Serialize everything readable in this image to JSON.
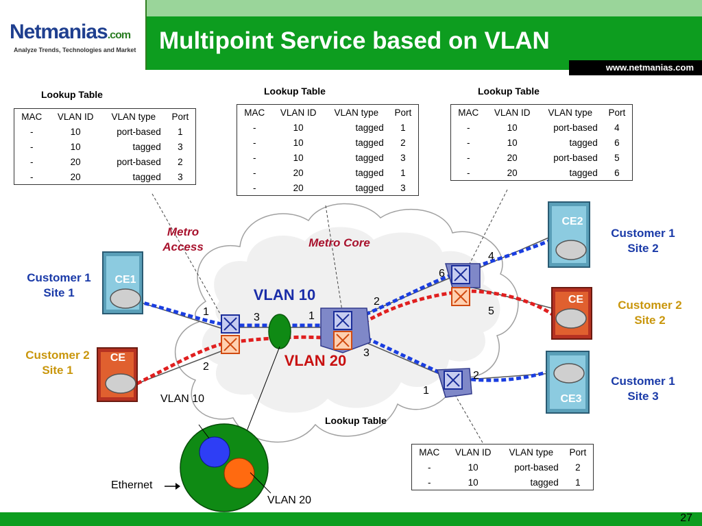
{
  "header": {
    "logo_name": "Netmanias",
    "logo_suffix": ".com",
    "logo_tagline": "Analyze Trends, Technologies and Market",
    "title": "Multipoint Service based on VLAN",
    "url": "www.netmanias.com"
  },
  "footer": {
    "page": "27"
  },
  "lookup_title": "Lookup Table",
  "table_header": {
    "mac": "MAC",
    "vlan_id": "VLAN ID",
    "vlan_type": "VLAN type",
    "port": "Port"
  },
  "tables": [
    {
      "rows": [
        [
          "-",
          "10",
          "port-based",
          "1"
        ],
        [
          "-",
          "10",
          "tagged",
          "3"
        ],
        [
          "-",
          "20",
          "port-based",
          "2"
        ],
        [
          "-",
          "20",
          "tagged",
          "3"
        ]
      ]
    },
    {
      "rows": [
        [
          "-",
          "10",
          "tagged",
          "1"
        ],
        [
          "-",
          "10",
          "tagged",
          "2"
        ],
        [
          "-",
          "10",
          "tagged",
          "3"
        ],
        [
          "-",
          "20",
          "tagged",
          "1"
        ],
        [
          "-",
          "20",
          "tagged",
          "3"
        ]
      ]
    },
    {
      "rows": [
        [
          "-",
          "10",
          "port-based",
          "4"
        ],
        [
          "-",
          "10",
          "tagged",
          "6"
        ],
        [
          "-",
          "20",
          "port-based",
          "5"
        ],
        [
          "-",
          "20",
          "tagged",
          "6"
        ]
      ]
    },
    {
      "rows": [
        [
          "-",
          "10",
          "port-based",
          "2"
        ],
        [
          "-",
          "10",
          "tagged",
          "1"
        ]
      ]
    }
  ],
  "labels": {
    "metro_access_1": "Metro",
    "metro_access_2": "Access",
    "metro_core": "Metro Core",
    "vlan10": "VLAN 10",
    "vlan20": "VLAN 20",
    "legend_vlan10": "VLAN 10",
    "legend_vlan20": "VLAN 20",
    "legend_ethernet": "Ethernet",
    "c1s1_a": "Customer 1",
    "c1s1_b": "Site 1",
    "c2s1_a": "Customer 2",
    "c2s1_b": "Site 1",
    "c1s2_a": "Customer 1",
    "c1s2_b": "Site 2",
    "c2s2_a": "Customer 2",
    "c2s2_b": "Site 2",
    "c1s3_a": "Customer 1",
    "c1s3_b": "Site 3",
    "ce1": "CE1",
    "ce_c2s1": "CE",
    "ce2": "CE2",
    "ce_c2s2": "CE",
    "ce3": "CE3"
  },
  "ports": {
    "sw1_p1": "1",
    "sw1_p2": "2",
    "sw1_p3": "3",
    "sw2_p1": "1",
    "sw2_p2": "2",
    "sw2_p3": "3",
    "sw3_p4": "4",
    "sw3_p5": "5",
    "sw3_p6": "6",
    "sw4_p1": "1",
    "sw4_p2": "2"
  },
  "colors": {
    "vlan10": "#1a3ee0",
    "vlan20": "#e01f1f",
    "ethernet": "#0f8a14",
    "cloud_edge": "#a0a0a0"
  }
}
